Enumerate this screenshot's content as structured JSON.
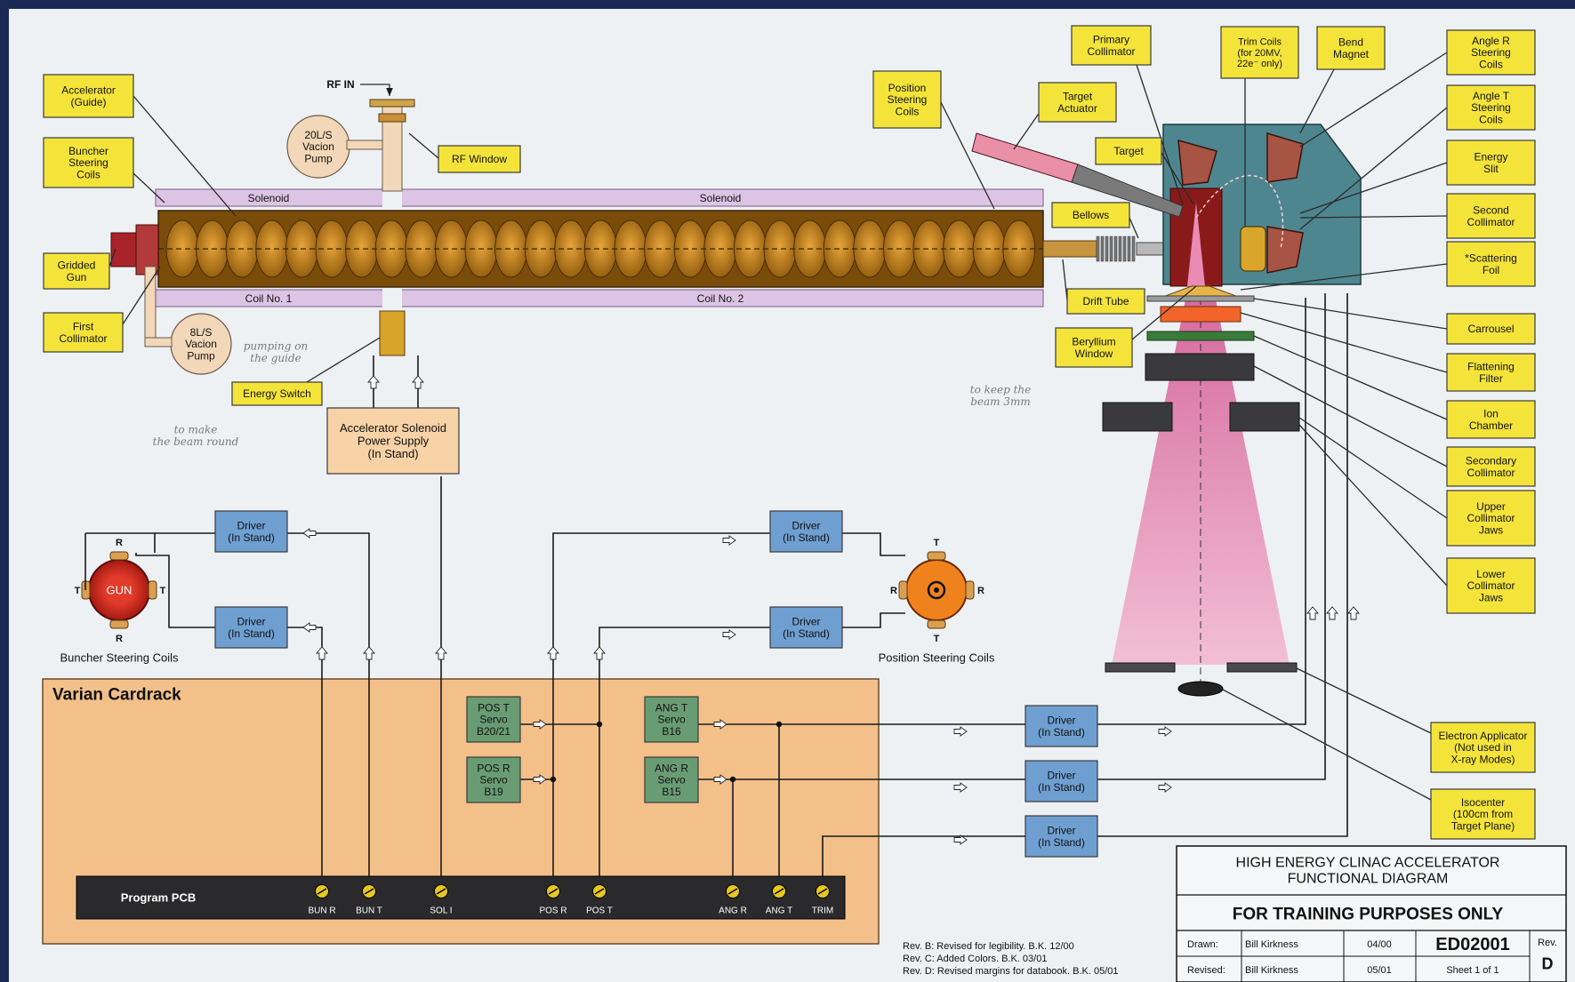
{
  "diagram": {
    "accelerator": {
      "rf_in": "RF IN",
      "rf_window": "RF Window",
      "vacion_pump_20": "20L/S\nVacion\nPump",
      "vacion_pump_8": "8L/S\nVacion\nPump",
      "solenoid_1": "Solenoid",
      "solenoid_2": "Solenoid",
      "coil_1": "Coil No. 1",
      "coil_2": "Coil No. 2",
      "energy_switch": "Energy Switch",
      "solenoid_power": "Accelerator Solenoid\nPower Supply\n(In Stand)"
    },
    "left_callouts": {
      "accelerator_guide": "Accelerator\n(Guide)",
      "buncher_steering_coils": "Buncher\nSteering\nCoils",
      "gridded_gun": "Gridded\nGun",
      "first_collimator": "First\nCollimator"
    },
    "head_callouts": {
      "position_steering_coils": "Position\nSteering\nCoils",
      "target_actuator": "Target\nActuator",
      "primary_collimator": "Primary\nCollimator",
      "trim_coils": "Trim Coils\n(for 20MV,\n22e⁻ only)",
      "bend_magnet": "Bend\nMagnet",
      "target": "Target",
      "bellows": "Bellows",
      "drift_tube": "Drift Tube",
      "beryllium_window": "Beryllium\nWindow"
    },
    "right_callouts": [
      "Angle R\nSteering\nCoils",
      "Angle T\nSteering\nCoils",
      "Energy\nSlit",
      "Second\nCollimator",
      "*Scattering\nFoil",
      "Carrousel",
      "Flattening\nFilter",
      "Ion\nChamber",
      "Secondary\nCollimator",
      "Upper\nCollimator\nJaws",
      "Lower\nCollimator\nJaws"
    ],
    "applicator_callouts": {
      "electron_applicator": "Electron Applicator\n(Not used in\nX-ray Modes)",
      "isocenter": "Isocenter\n(100cm from\nTarget Plane)"
    },
    "drivers": {
      "label": "Driver\n(In Stand)"
    },
    "coils": {
      "gun": "GUN",
      "buncher_caption": "Buncher Steering Coils",
      "position_caption": "Position Steering Coils",
      "r": "R",
      "t": "T"
    },
    "cardrack": {
      "title": "Varian Cardrack",
      "program_pcb": "Program PCB",
      "servos": [
        "POS T\nServo\nB20/21",
        "POS R\nServo\nB19",
        "ANG T\nServo\nB16",
        "ANG R\nServo\nB15"
      ],
      "pots": [
        "BUN R",
        "BUN T",
        "SOL I",
        "POS R",
        "POS T",
        "ANG R",
        "ANG T",
        "TRIM"
      ]
    },
    "handwritten": {
      "note_1": "pumping on\nthe guide",
      "note_2": "to make\nthe beam round",
      "note_3": "to keep the\nbeam 3mm"
    },
    "title_block": {
      "title": "HIGH ENERGY CLINAC ACCELERATOR\nFUNCTIONAL DIAGRAM",
      "training": "FOR TRAINING PURPOSES ONLY",
      "drawn_label": "Drawn:",
      "drawn_by": "Bill Kirkness",
      "drawn_date": "04/00",
      "revised_label": "Revised:",
      "revised_by": "Bill Kirkness",
      "revised_date": "05/01",
      "drawing_number": "ED02001",
      "sheet": "Sheet 1 of 1",
      "rev_label": "Rev.",
      "rev": "D",
      "revisions": [
        "Rev. B:  Revised for legibility. B.K. 12/00",
        "Rev. C:  Added Colors. B.K. 03/01",
        "Rev. D:  Revised margins for databook. B.K. 05/01"
      ]
    },
    "colors": {
      "callout": "#f4e43a",
      "driver": "#6f9fd1",
      "servo": "#6a9c74",
      "cardrack": "#f4c08a",
      "solenoid": "#dcc4e4",
      "guide": "#c48a1e",
      "head": "#4e8690",
      "beam": "#e37aaa",
      "pcb": "#2a2a2c"
    }
  }
}
